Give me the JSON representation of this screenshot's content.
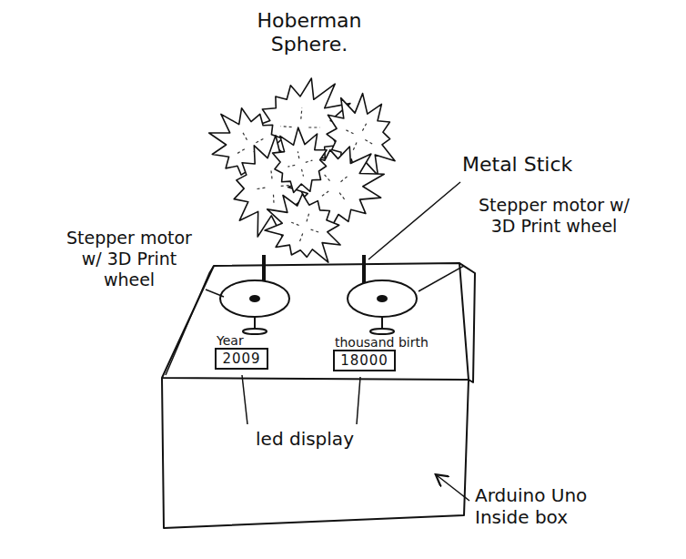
{
  "diagram": {
    "nodes": [
      {
        "text": [
          "Year",
          "2009"
        ]
      },
      {
        "text": [
          "thousand birth",
          "18000"
        ]
      }
    ],
    "edges": [],
    "labels": [
      "Hoberman Sphere.",
      "Metal Stick",
      "Stepper motor w/ 3D Print wheel",
      "Stepper motor w/ 3D Print wheel",
      "led display",
      "Arduino Uno Inside box"
    ]
  }
}
